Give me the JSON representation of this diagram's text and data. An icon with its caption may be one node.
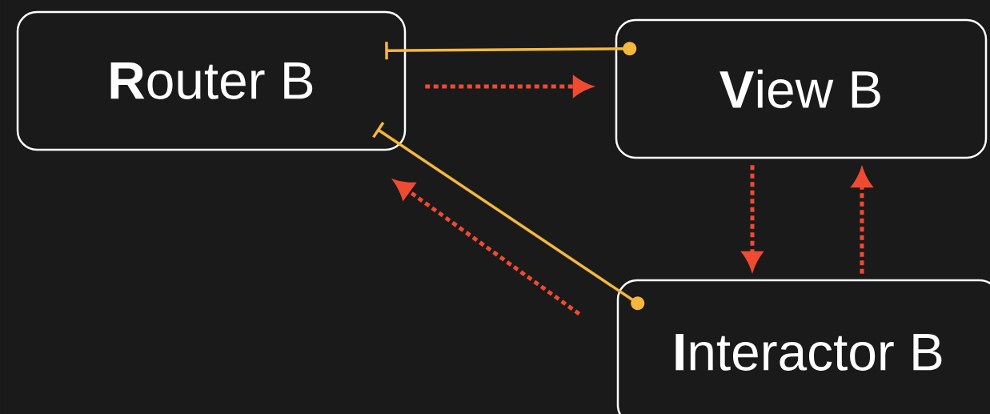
{
  "diagram": {
    "nodes": [
      {
        "text": [
          "**R**outer B"
        ]
      },
      {
        "text": [
          "**V**iew B"
        ]
      },
      {
        "text": [
          "**I**nteractor B"
        ]
      }
    ],
    "edges": [
      {
        "from": 1,
        "to": 0,
        "arrow": "other",
        "color": "#f5b83d"
      },
      {
        "from": 0,
        "to": 1,
        "arrow": "to",
        "style": "dashed"
      },
      {
        "from": 1,
        "to": 2,
        "arrow": "to",
        "style": "dashed"
      },
      {
        "from": 2,
        "to": 1,
        "arrow": "to",
        "style": "dashed"
      },
      {
        "from": 2,
        "to": 0,
        "arrow": "to",
        "style": "dashed"
      },
      {
        "from": 2,
        "to": 0,
        "arrow": "other",
        "color": "#f5b83d"
      }
    ]
  }
}
